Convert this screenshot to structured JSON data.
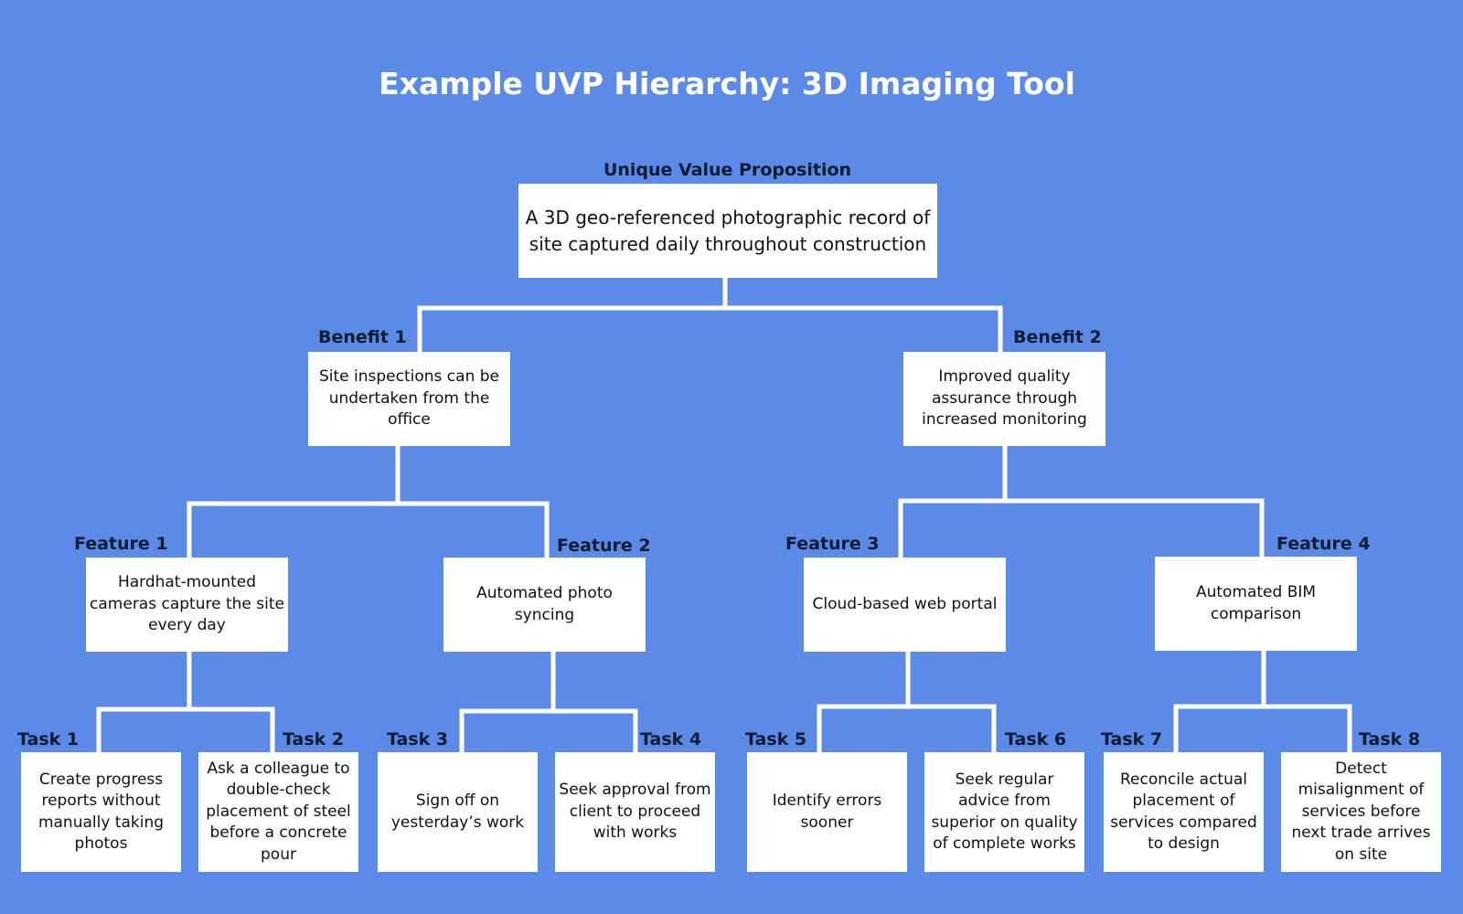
{
  "title": "Example UVP Hierarchy: 3D Imaging Tool",
  "colors": {
    "background": "#5b8be6",
    "box": "#ffffff",
    "connector": "#ffffff",
    "label": "#0d1b33"
  },
  "uvp": {
    "label": "Unique Value Proposition",
    "text": "A 3D geo-referenced photographic record of site captured daily throughout construction"
  },
  "benefits": [
    {
      "label": "Benefit 1",
      "text": "Site inspections can be undertaken from the office"
    },
    {
      "label": "Benefit 2",
      "text": "Improved quality assurance through increased monitoring"
    }
  ],
  "features": [
    {
      "label": "Feature 1",
      "text": "Hardhat-mounted cameras capture the site every day"
    },
    {
      "label": "Feature 2",
      "text": "Automated photo syncing"
    },
    {
      "label": "Feature 3",
      "text": "Cloud-based web portal"
    },
    {
      "label": "Feature 4",
      "text": "Automated BIM comparison"
    }
  ],
  "tasks": [
    {
      "label": "Task 1",
      "text": "Create progress reports without manually taking photos"
    },
    {
      "label": "Task 2",
      "text": "Ask a colleague to double-check placement of steel before a concrete pour"
    },
    {
      "label": "Task 3",
      "text": "Sign off on yesterday’s work"
    },
    {
      "label": "Task 4",
      "text": "Seek approval from client to proceed with works"
    },
    {
      "label": "Task 5",
      "text": "Identify errors sooner"
    },
    {
      "label": "Task 6",
      "text": "Seek regular advice from superior on quality of complete works"
    },
    {
      "label": "Task 7",
      "text": "Reconcile actual placement of services compared to design"
    },
    {
      "label": "Task 8",
      "text": "Detect misalignment of services before next trade arrives on site"
    }
  ]
}
